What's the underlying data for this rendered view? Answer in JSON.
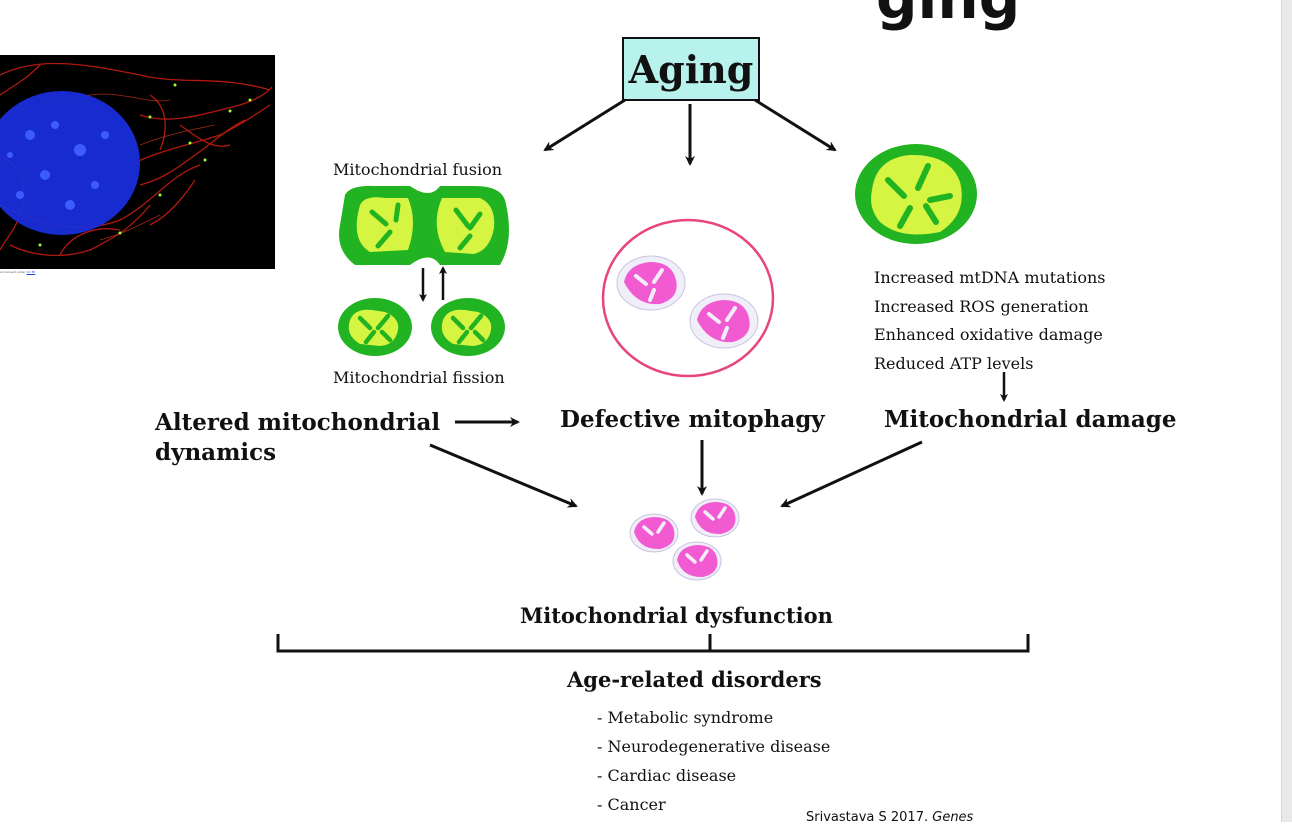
{
  "slide": {
    "title_visible_tail": "ging",
    "citation_author": "Srivastava S 2017.",
    "citation_journal": "Genes"
  },
  "photo": {
    "caption_prefix": "is licensed under",
    "caption_link": "CC BY"
  },
  "diagram": {
    "root": "Aging",
    "fusion_label": "Mitochondrial fusion",
    "fission_label": "Mitochondrial fission",
    "damage_factors": [
      "Increased mtDNA mutations",
      "Increased ROS generation",
      "Enhanced oxidative damage",
      "Reduced ATP levels"
    ],
    "branch_left_line1": "Altered mitochondrial",
    "branch_left_line2": "dynamics",
    "branch_middle": "Defective mitophagy",
    "branch_right": "Mitochondrial damage",
    "outcome": "Mitochondrial dysfunction",
    "disorders_title": "Age-related disorders",
    "disorders": [
      "- Metabolic syndrome",
      "- Neurodegenerative disease",
      "- Cardiac disease",
      "- Cancer"
    ]
  },
  "colors": {
    "mito_outer": "#22b322",
    "mito_inner": "#d6f542",
    "mitophagy_pink": "#f25ad2",
    "lysosome_ring": "#e8457a",
    "aging_box": "#b8f2ec",
    "nucleus": "#1a2fe0",
    "network": "#c41c10"
  }
}
